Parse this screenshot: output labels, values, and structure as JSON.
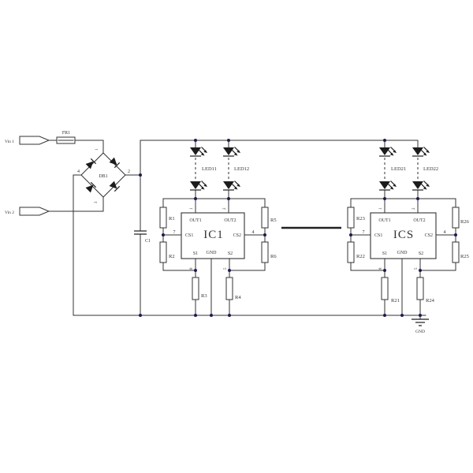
{
  "power_input": {
    "vin1_label": "Vin 1",
    "vin2_label": "Vin 2",
    "fuse_label": "FR1"
  },
  "bridge": {
    "name": "DB1",
    "pin_top": "1",
    "pin_right": "2",
    "pin_bottom": "3",
    "pin_left": "4"
  },
  "capacitor": {
    "name": "C1"
  },
  "led_strings": [
    {
      "name": "LED11"
    },
    {
      "name": "LED12"
    },
    {
      "name": "LED21"
    },
    {
      "name": "LED22"
    }
  ],
  "drivers": [
    {
      "name": "IC1",
      "pin_out1": "OUT1",
      "pin_out2": "OUT2",
      "pin_cs1": "CS1",
      "pin_cs2": "CS2",
      "pin_s1": "S1",
      "pin_gnd": "GND",
      "pin_s2": "S2",
      "num_out1": "1",
      "num_out2": "2",
      "num_cs1": "7",
      "num_cs2": "4",
      "num_s1": "8",
      "num_s2": "5"
    },
    {
      "name": "ICS",
      "pin_out1": "OUT1",
      "pin_out2": "OUT2",
      "pin_cs1": "CS1",
      "pin_cs2": "CS2",
      "pin_s1": "S1",
      "pin_gnd": "GND",
      "pin_s2": "S2",
      "num_out1": "1",
      "num_out2": "2",
      "num_cs1": "7",
      "num_cs2": "4",
      "num_s1": "8",
      "num_s2": "5"
    }
  ],
  "resistors": {
    "r1": "R1",
    "r2": "R2",
    "r3": "R3",
    "r4": "R4",
    "r5": "R5",
    "r6": "R6",
    "r21": "R21",
    "r22": "R22",
    "r23": "R23",
    "r24": "R24",
    "r25": "R25",
    "r26": "R26"
  },
  "ground": {
    "name": "GND"
  },
  "colors": {
    "wire": "#333333",
    "junction": "#1b1b4d",
    "symbol_fill": "#1c1c1c",
    "background": "#ffffff"
  }
}
